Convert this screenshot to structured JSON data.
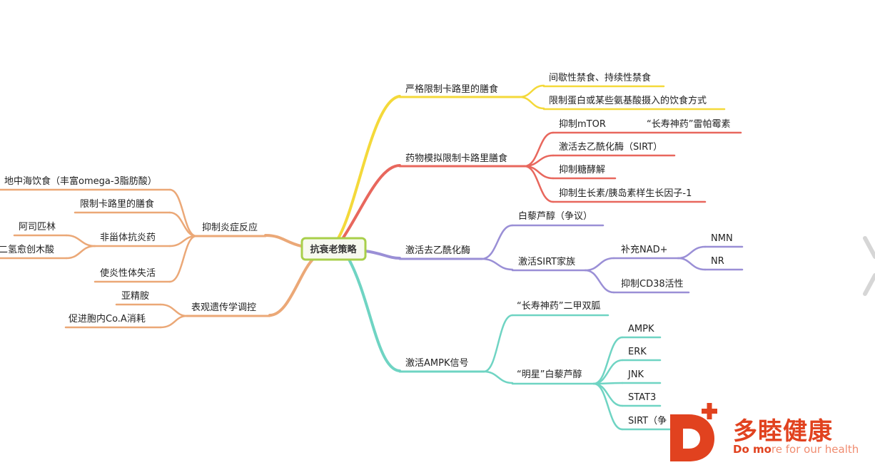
{
  "root": "抗衰老策略",
  "colors": {
    "yellow": "#f4d93a",
    "red": "#e8675d",
    "purple": "#9a8fd6",
    "teal": "#6fd4c3",
    "orange": "#eba877",
    "root_border": "#a8cf4a",
    "logo": "#e1421f"
  },
  "right": {
    "b1": {
      "label": "严格限制卡路里的膳食",
      "children": [
        "间歇性禁食、持续性禁食",
        "限制蛋白或某些氨基酸摄入的饮食方式"
      ]
    },
    "b2": {
      "label": "药物模拟限制卡路里膳食",
      "children": [
        "抑制mTOR",
        "激活去乙酰化酶（SIRT）",
        "抑制糖酵解",
        "抑制生长素/胰岛素样生长因子-1"
      ],
      "mtor_child": "“长寿神药”雷帕霉素"
    },
    "b3": {
      "label": "激活去乙酰化酶",
      "children": [
        "白藜芦醇（争议）",
        "激活SIRT家族"
      ],
      "sirt_children": [
        "补充NAD+",
        "抑制CD38活性"
      ],
      "nad_children": [
        "NMN",
        "NR"
      ]
    },
    "b4": {
      "label": "激活AMPK信号",
      "children": [
        "“长寿神药”二甲双胍",
        "“明星”白藜芦醇"
      ],
      "star_children": [
        "AMPK",
        "ERK",
        "JNK",
        "STAT3",
        "SIRT（争"
      ]
    }
  },
  "left": {
    "b1": {
      "label": "抑制炎症反应",
      "children": [
        "地中海饮食（丰富omega-3脂肪酸）",
        "限制卡路里的膳食",
        "非甾体抗炎药",
        "使炎性体失活"
      ],
      "nsaid_children": [
        "阿司匹林",
        "二氢愈创木酸"
      ]
    },
    "b2": {
      "label": "表观遗传学调控",
      "children": [
        "亚精胺",
        "促进胞内Co.A消耗"
      ]
    }
  },
  "logo": {
    "cn": "多睦健康",
    "en_bold": "Do mo",
    "en_rest": "re for our health"
  },
  "icons": {
    "logo_mark": "d-plus-logo-icon",
    "next": "chevron-right-icon"
  }
}
